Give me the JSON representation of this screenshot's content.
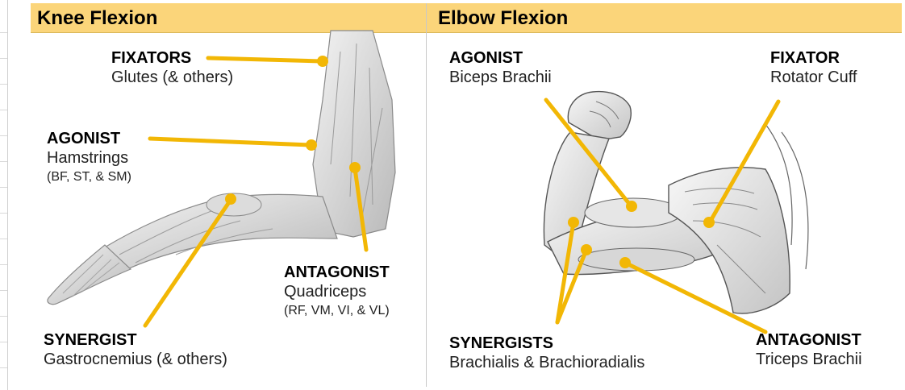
{
  "colors": {
    "header_bg": "#fbd57a",
    "pointer": "#f2b705"
  },
  "knee": {
    "title": "Knee Flexion",
    "fixators": {
      "role": "FIXATORS",
      "muscle": "Glutes (& others)"
    },
    "agonist": {
      "role": "AGONIST",
      "muscle": "Hamstrings",
      "detail": "(BF, ST, & SM)"
    },
    "antagonist": {
      "role": "ANTAGONIST",
      "muscle": "Quadriceps",
      "detail": "(RF, VM, VI, & VL)"
    },
    "synergist": {
      "role": "SYNERGIST",
      "muscle": "Gastrocnemius (& others)"
    }
  },
  "elbow": {
    "title": "Elbow Flexion",
    "agonist": {
      "role": "AGONIST",
      "muscle": "Biceps Brachii"
    },
    "fixator": {
      "role": "FIXATOR",
      "muscle": "Rotator Cuff"
    },
    "synergists": {
      "role": "SYNERGISTS",
      "muscle": "Brachialis & Brachioradialis"
    },
    "antagonist": {
      "role": "ANTAGONIST",
      "muscle": "Triceps Brachii"
    }
  }
}
